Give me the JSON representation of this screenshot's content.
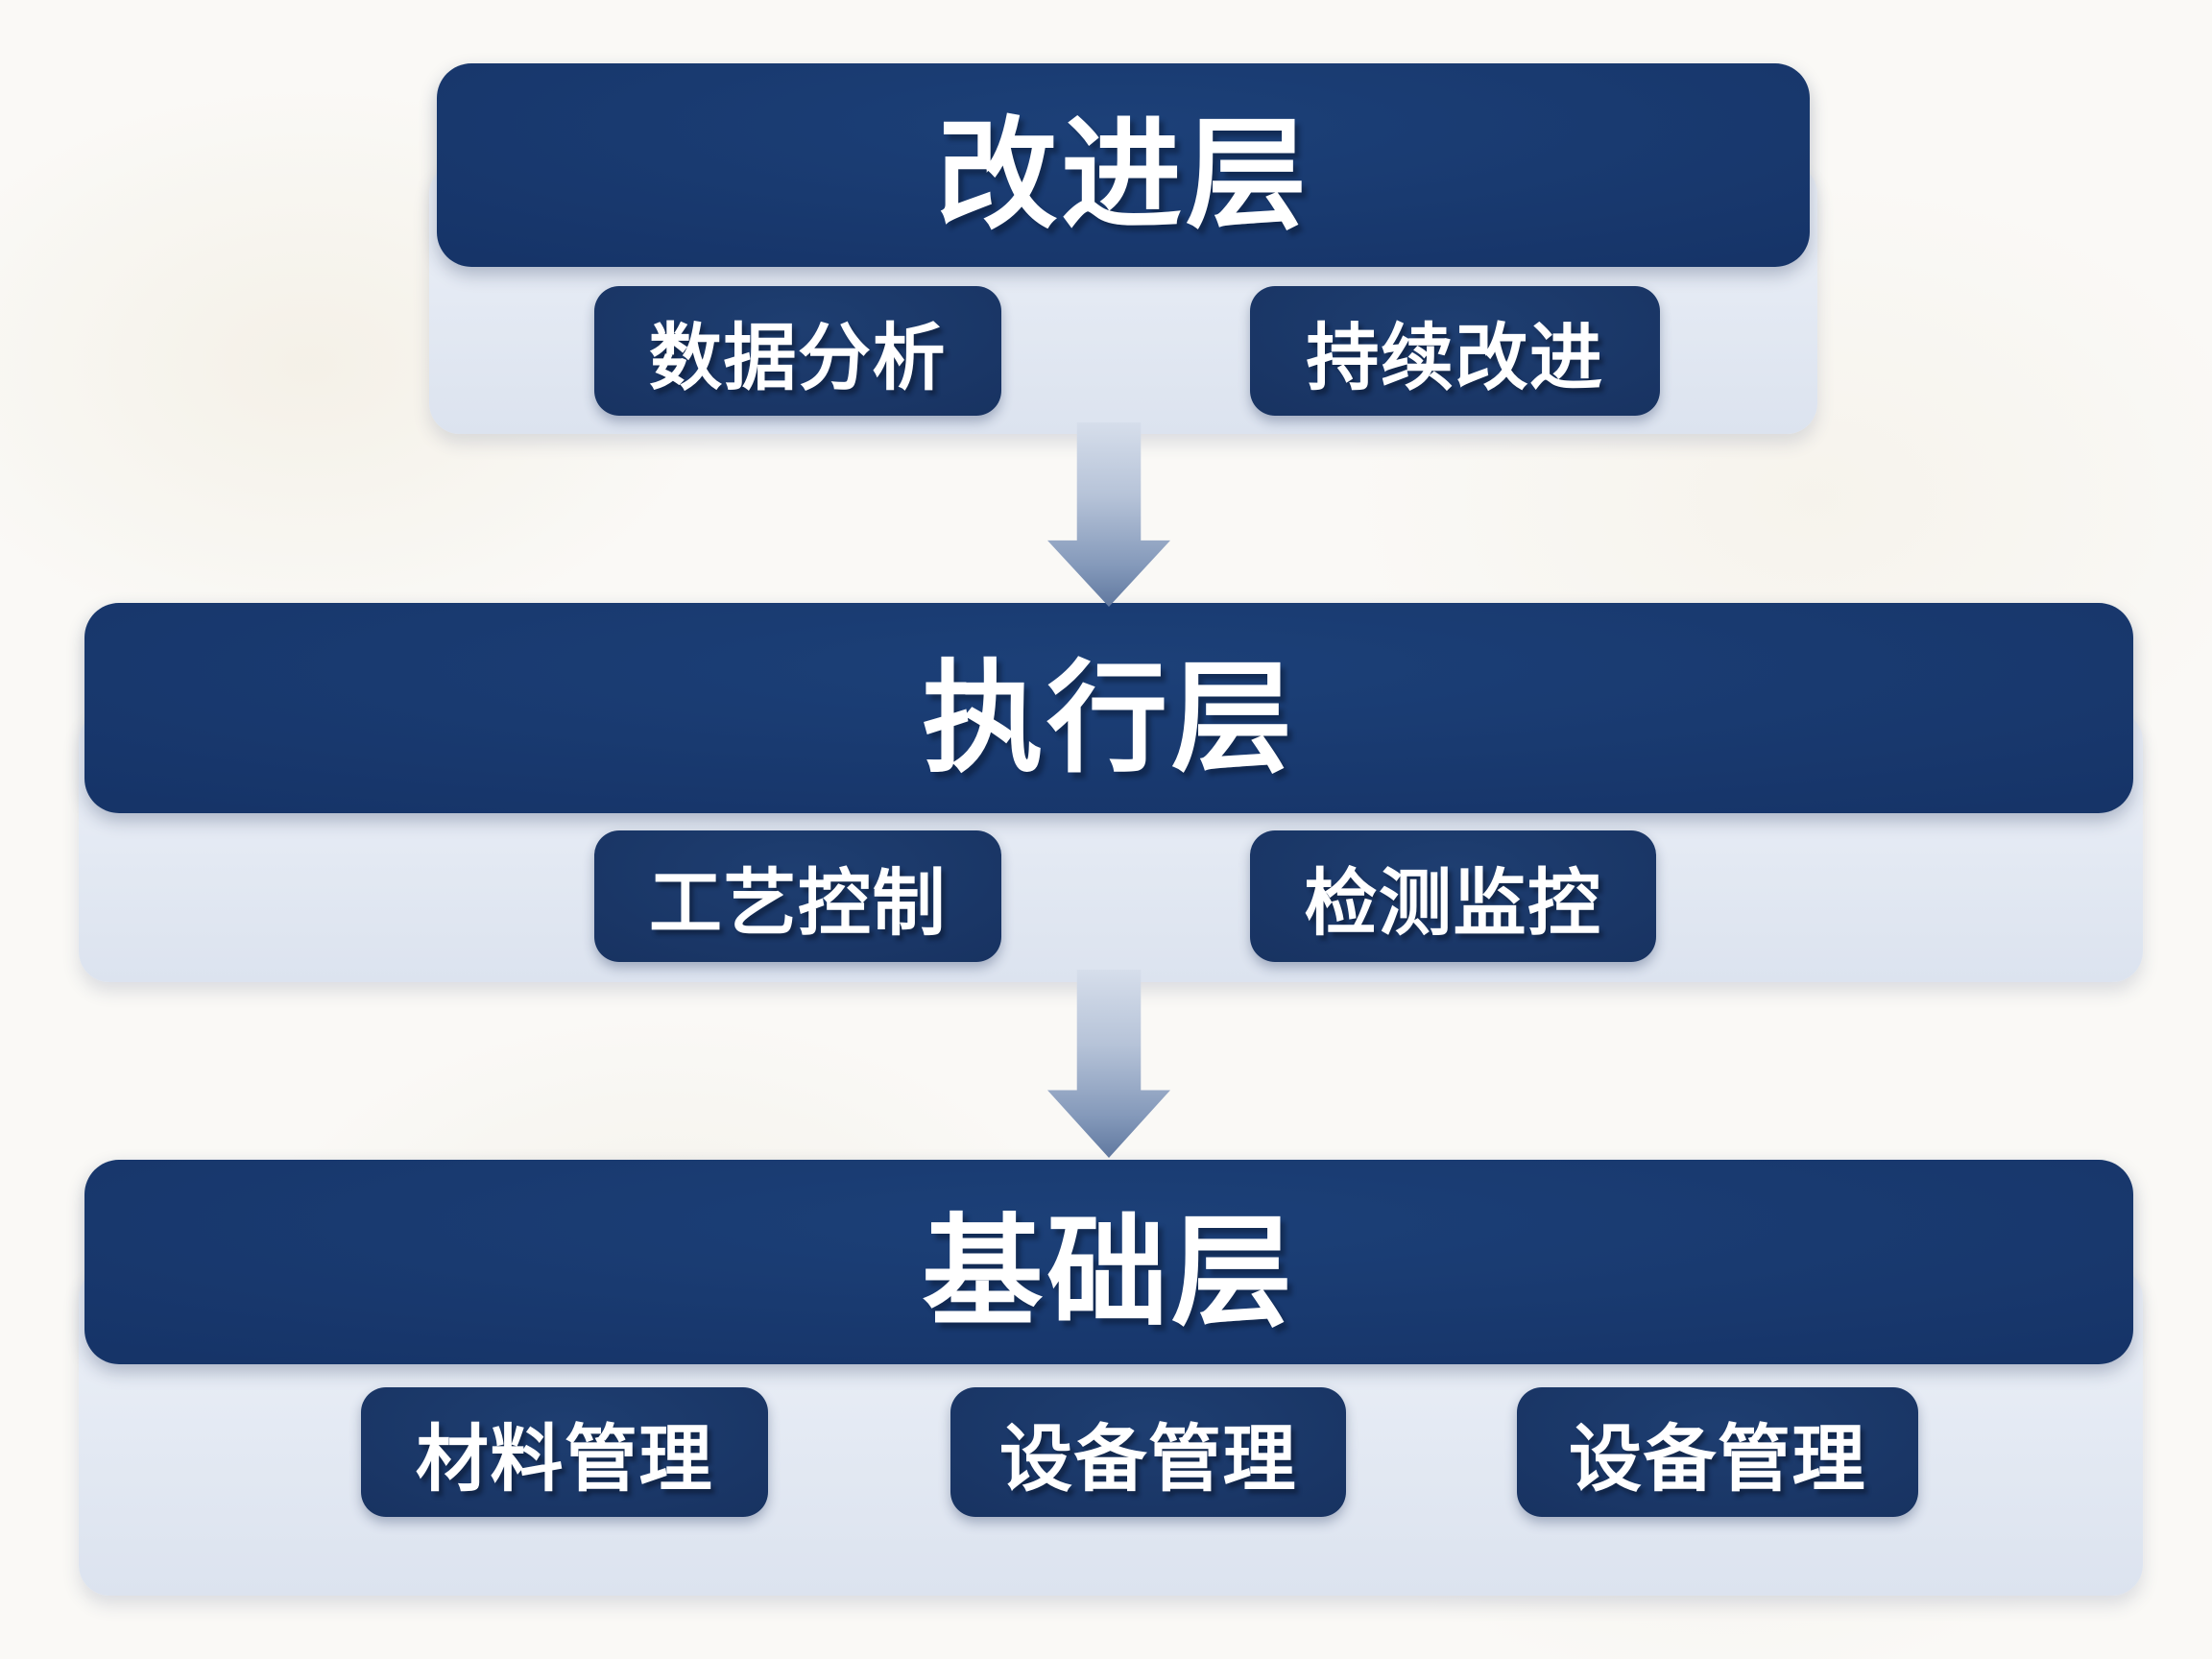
{
  "diagram": {
    "type": "layered-hierarchy",
    "direction": "top-to-bottom",
    "colors": {
      "background": "#faf9f6",
      "header_navy": "#163468",
      "sub_box_navy": "#17315f",
      "container_light_blue": "#e3e9f3",
      "arrow_gradient_top": "#d6deeb",
      "arrow_gradient_bottom": "#60789f",
      "text": "#ffffff"
    },
    "layers": [
      {
        "id": "improvement-layer",
        "title": "改进层",
        "items": [
          "数据分析",
          "持续改进"
        ]
      },
      {
        "id": "execution-layer",
        "title": "执行层",
        "items": [
          "工艺控制",
          "检测监控"
        ]
      },
      {
        "id": "foundation-layer",
        "title": "基础层",
        "items": [
          "材料管理",
          "设备管理",
          "设备管理"
        ]
      }
    ],
    "connectors": [
      {
        "from": "improvement-layer",
        "to": "execution-layer",
        "style": "gradient-down-arrow"
      },
      {
        "from": "execution-layer",
        "to": "foundation-layer",
        "style": "gradient-down-arrow"
      }
    ]
  }
}
